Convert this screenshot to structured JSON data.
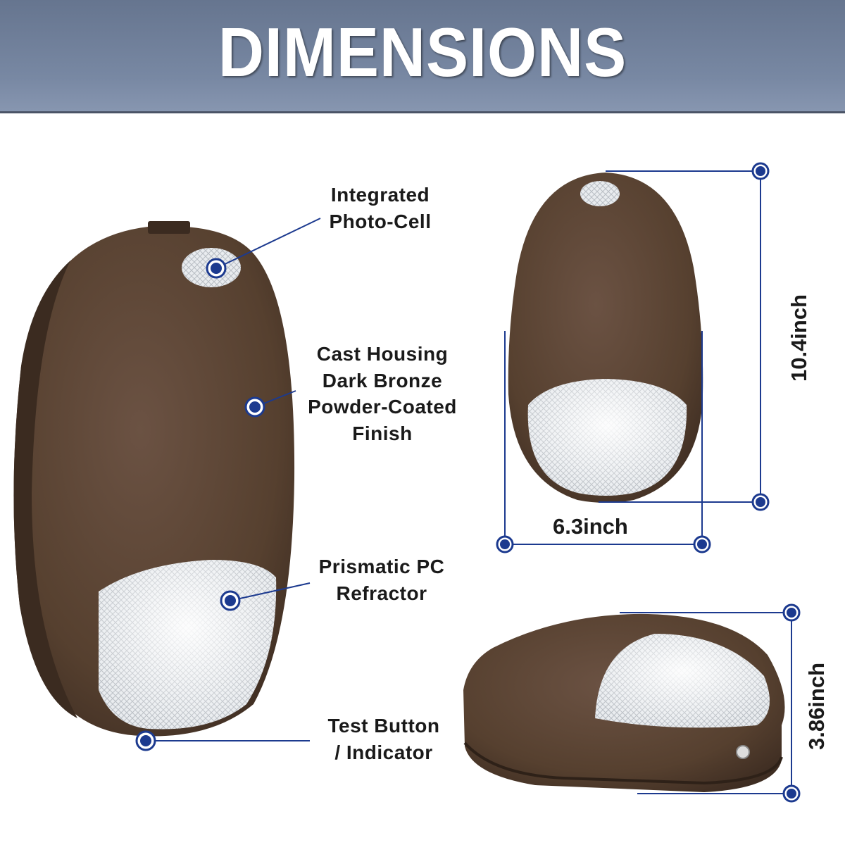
{
  "header": {
    "title": "DIMENSIONS"
  },
  "callouts": [
    {
      "lines": [
        "Integrated",
        "Photo-Cell"
      ]
    },
    {
      "lines": [
        "Cast Housing",
        "Dark Bronze",
        "Powder-Coated",
        "Finish"
      ]
    },
    {
      "lines": [
        "Prismatic PC",
        "Refractor"
      ]
    },
    {
      "lines": [
        "Test Button",
        "/ Indicator"
      ]
    }
  ],
  "dimensions": {
    "height": "10.4inch",
    "width": "6.3inch",
    "depth": "3.86inch"
  },
  "colors": {
    "header": "#6f7f99",
    "marker": "#1c3a8f",
    "housing": "#5a4336"
  }
}
